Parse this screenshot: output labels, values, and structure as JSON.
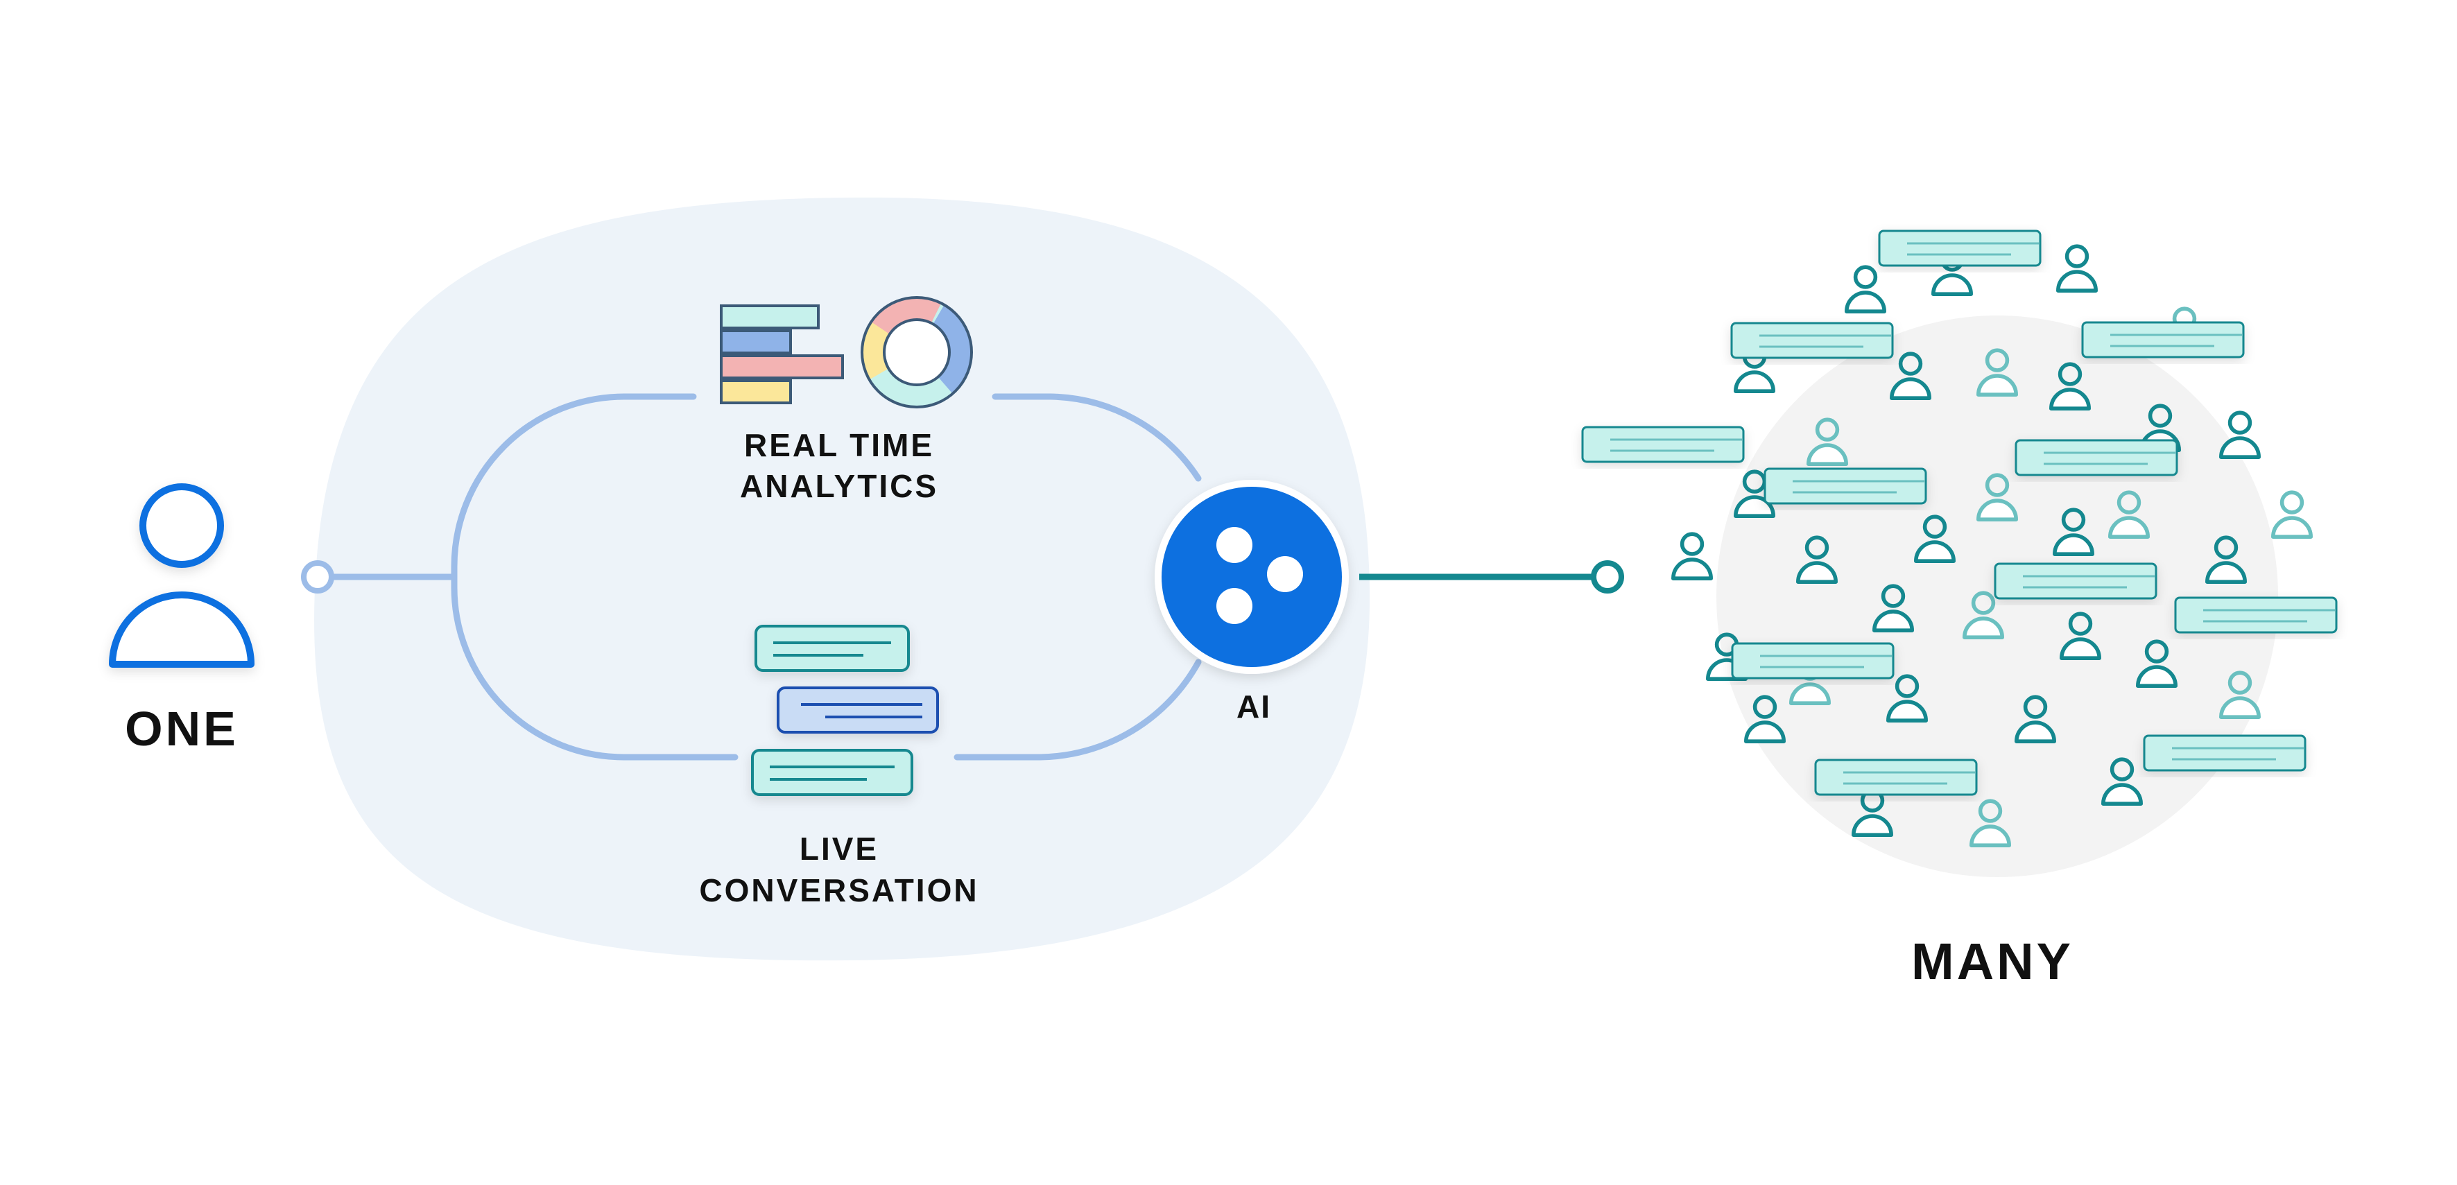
{
  "labels": {
    "one": "ONE",
    "analytics_line1": "REAL TIME",
    "analytics_line2": "ANALYTICS",
    "conversation_line1": "LIVE",
    "conversation_line2": "CONVERSATION",
    "ai": "AI",
    "many": "MANY"
  },
  "colors": {
    "primary_blue": "#0a6fe0",
    "light_blue_line": "#9cbce8",
    "teal": "#14888f",
    "teal_light": "#6ac0c0",
    "mint_bubble": "#c6f1ec",
    "blob_fill": "#edf3f9",
    "crowd_bg": "#f3f3f3"
  },
  "icons": {
    "one": "person-icon",
    "analytics_bars": "bar-chart-icon",
    "analytics_donut": "donut-chart-icon",
    "conversation": "chat-bubbles-icon",
    "ai": "ai-dots-icon",
    "crowd": "crowd-people-icon"
  }
}
